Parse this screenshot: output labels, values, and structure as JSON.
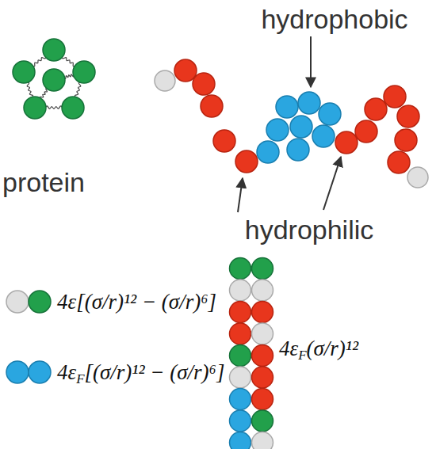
{
  "diagram": {
    "labels": [
      "hydrophobic",
      "protein",
      "hydrophilic",
      "4ε",
      "[(σ/r)¹² − (σ/r)⁶]",
      "4ε",
      "F",
      "[(σ/r)¹² − (σ/r)⁶]",
      "4ε",
      "F",
      "(σ/r)¹²"
    ]
  }
}
